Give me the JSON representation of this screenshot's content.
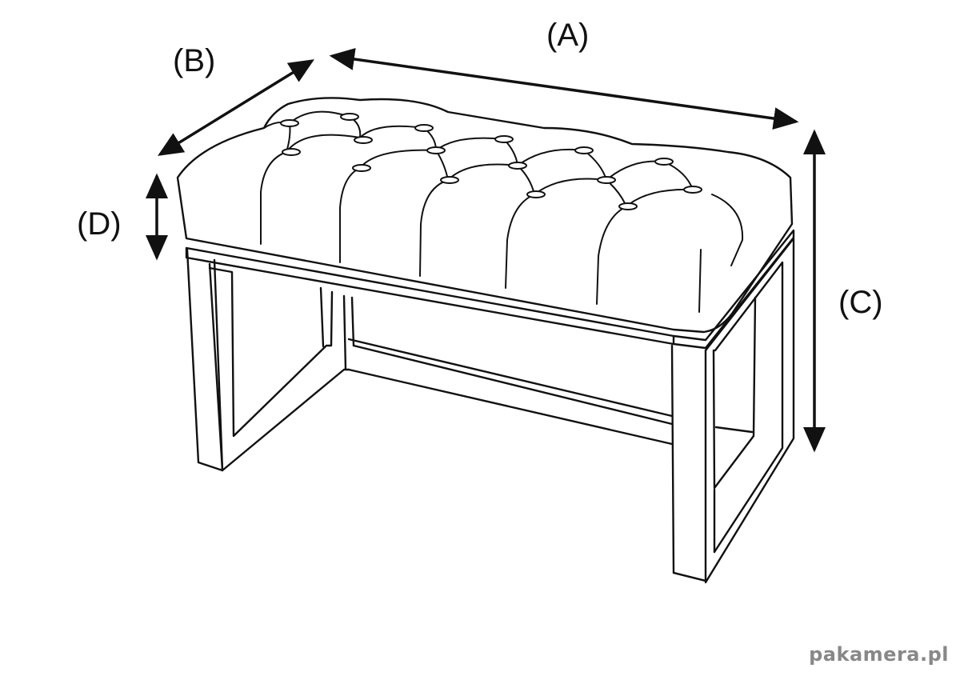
{
  "labels": {
    "a": "(A)",
    "b": "(B)",
    "c": "(C)",
    "d": "(D)"
  },
  "watermark": "pakamera.pl",
  "colors": {
    "line": "#111111",
    "background": "#ffffff",
    "watermark": "#888888"
  },
  "icons": {
    "arrow": "double-headed-arrow"
  }
}
